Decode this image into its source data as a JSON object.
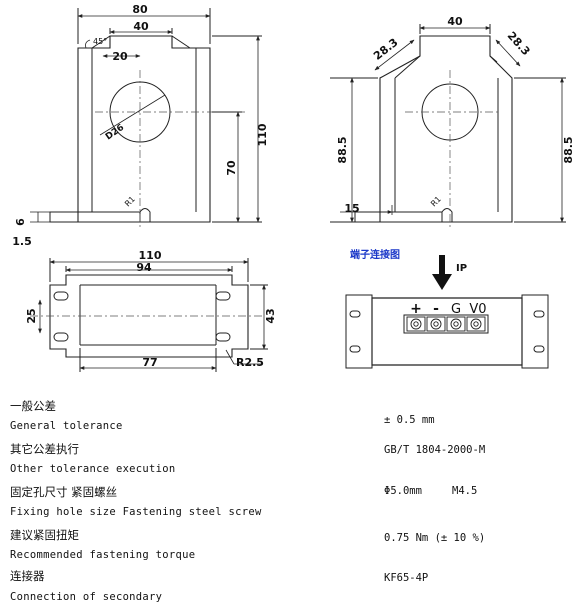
{
  "drawing": {
    "front_left": {
      "width_total": "80",
      "width_top": "40",
      "offset": "20",
      "angle": "45°",
      "hole_dia": "D26",
      "height_total": "110",
      "hole_center": "70",
      "foot_height": "6",
      "thickness": "1.5",
      "radius": "R1"
    },
    "front_right": {
      "chamfer_left": "28.3",
      "width_top": "40",
      "chamfer_right": "28.3",
      "height_left": "88.5",
      "height_right": "88.5",
      "foot_width": "15",
      "radius": "R1"
    },
    "bottom_view": {
      "width_total": "110",
      "width_inner": "94",
      "height_left": "25",
      "height_right": "43",
      "length_bottom": "77",
      "radius": "R2.5"
    },
    "connector": {
      "title": "端子连接图",
      "arrow_label": "IP",
      "pins": [
        "+",
        "-",
        "G",
        "V0"
      ]
    }
  },
  "specs": [
    {
      "label_zh": "一般公差",
      "label_en": "General tolerance",
      "value": "± 0.5 mm"
    },
    {
      "label_zh": "其它公差执行",
      "label_en": "Other tolerance execution",
      "value": "GB/T 1804-2000-M"
    },
    {
      "label_zh": "固定孔尺寸 紧固螺丝",
      "label_en": "Fixing hole size   Fastening steel screw",
      "value": "Φ5.0mm",
      "value2": "M4.5"
    },
    {
      "label_zh": "建议紧固扭矩",
      "label_en": "Recommended fastening torque",
      "value": "0.75 Nm (± 10 %)"
    },
    {
      "label_zh": "连接器",
      "label_en": "Connection of secondary",
      "value": "KF65-4P"
    }
  ],
  "colors": {
    "line": "#222222",
    "title_blue": "#1a37c8",
    "dash": "#555555"
  }
}
